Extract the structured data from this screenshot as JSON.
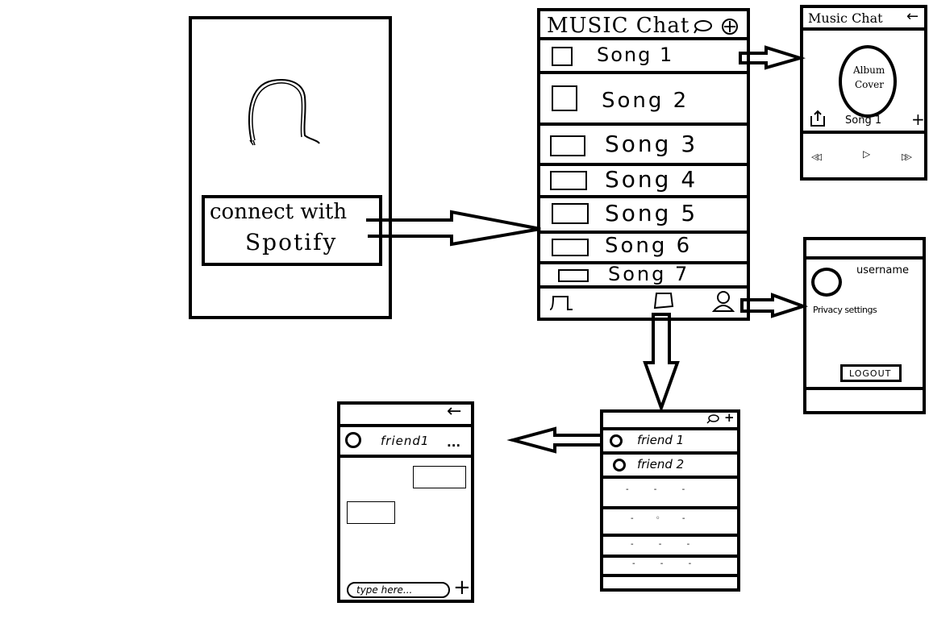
{
  "login": {
    "connect_label_1": "connect with",
    "connect_label_2": "Spotify"
  },
  "song_list": {
    "title": "MUSIC Chat",
    "songs": [
      "Song 1",
      "Song 2",
      "Song 3",
      "Song 4",
      "Song 5",
      "Song 6",
      "Song 7"
    ],
    "search_icon": "search-icon",
    "add_icon": "plus-circle-icon",
    "nav_icons": [
      "music-icon",
      "chat-icon",
      "profile-icon"
    ]
  },
  "player": {
    "title": "Music Chat",
    "back_glyph": "←",
    "album_label_1": "Album",
    "album_label_2": "Cover",
    "song_label": "Song 1",
    "add_glyph": "+",
    "rewind_glyph": "◁◁",
    "play_glyph": "▷",
    "forward_glyph": "▷▷"
  },
  "profile": {
    "username": "username",
    "privacy": "Privacy settings",
    "logout": "LOGOUT"
  },
  "friends": {
    "friends": [
      "friend 1",
      "friend 2"
    ],
    "placeholder_rows": [
      "- - -",
      "- ◦ -",
      "- - -",
      "- - -"
    ],
    "add_glyph": "+"
  },
  "chat": {
    "back_glyph": "←",
    "friend_name": "friend1",
    "more_glyph": "...",
    "input_placeholder": "type here...",
    "add_glyph": "+"
  },
  "colors": {
    "ink": "#000000",
    "paper": "#ffffff"
  }
}
